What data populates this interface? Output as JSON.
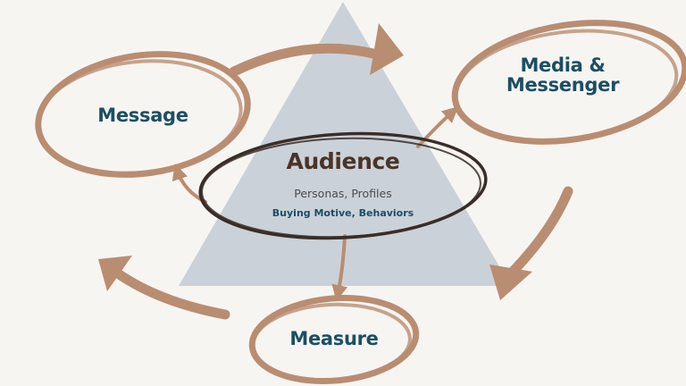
{
  "labels": {
    "message": "Message",
    "media_line1": "Media &",
    "media_line2": "Messenger",
    "measure": "Measure",
    "audience": "Audience",
    "personas": "Personas, Profiles",
    "buying": "Buying Motive, Behaviors"
  },
  "colors": {
    "background": "#f7f5f2",
    "triangle": "#cbd1d9",
    "brush": "#b98d72",
    "audience_ring": "#3a2d28",
    "node_text": "#1b4f63",
    "audience_text": "#4a3428"
  }
}
